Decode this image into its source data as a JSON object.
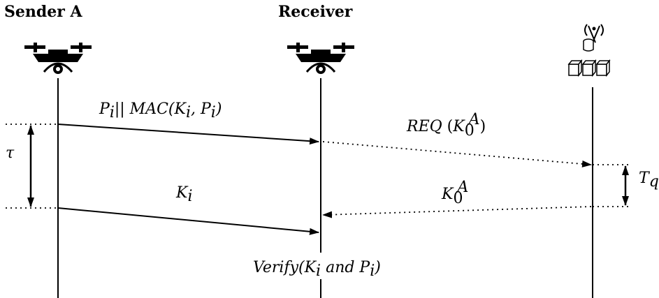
{
  "participants": {
    "sender": "Sender A",
    "receiver": "Receiver",
    "server_icon": "server-tower-icon"
  },
  "icons": {
    "sender": "drone-icon",
    "receiver": "drone-icon",
    "server": "database-antenna-icon"
  },
  "messages": [
    {
      "id": "packet",
      "base": "P",
      "sub": "i",
      "rest": "|| MAC(K",
      "sub2": "i",
      "tail": ", P",
      "sub3": "i",
      "end": ")"
    },
    {
      "id": "req",
      "text": "REQ",
      "arg": "K",
      "arg_sub": "0",
      "arg_sup": "A"
    },
    {
      "id": "key",
      "base": "K",
      "sub": "i"
    },
    {
      "id": "key-reply",
      "base": "K",
      "sub": "0",
      "sup": "A"
    }
  ],
  "intervals": {
    "tau": "τ",
    "tq": "T",
    "tq_sub": "q"
  },
  "verify": {
    "fn": "Verify(K",
    "sub1": "i",
    "mid": " and P",
    "sub2": "i",
    "end": ")"
  }
}
